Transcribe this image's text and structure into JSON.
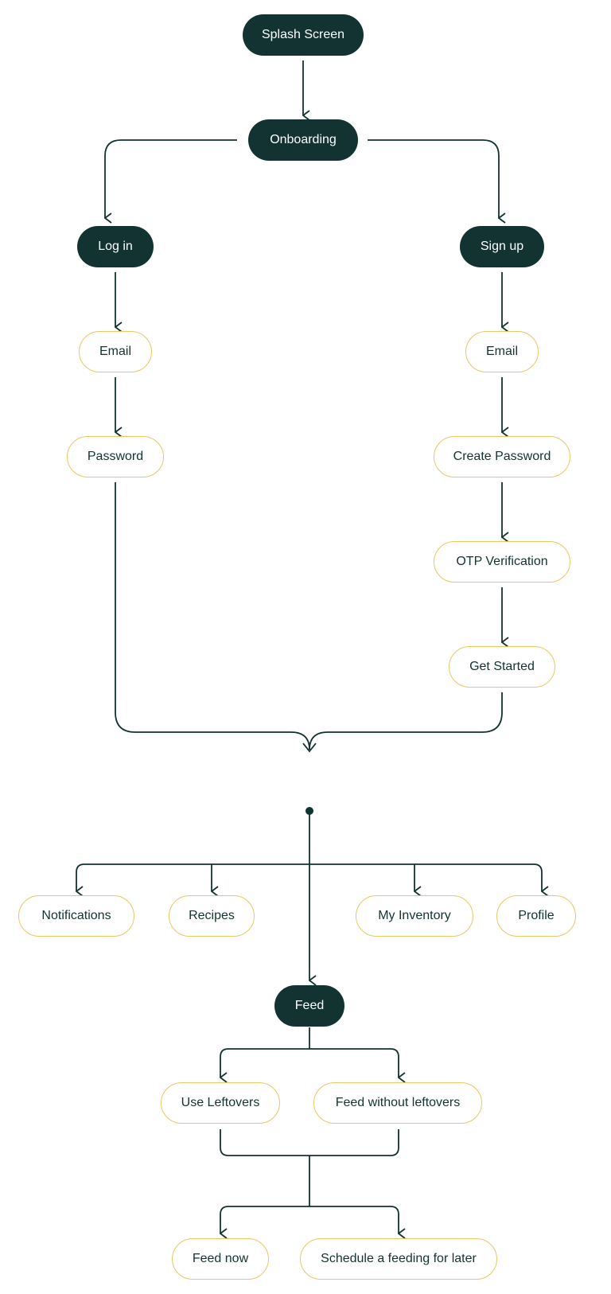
{
  "nodes": {
    "splash": "Splash Screen",
    "onboarding": "Onboarding",
    "login": "Log in",
    "signup": "Sign up",
    "login_email": "Email",
    "login_password": "Password",
    "signup_email": "Email",
    "create_password": "Create Password",
    "otp": "OTP Verification",
    "get_started": "Get Started",
    "notifications": "Notifications",
    "recipes": "Recipes",
    "inventory": "My Inventory",
    "profile": "Profile",
    "feed": "Feed",
    "use_leftovers": "Use Leftovers",
    "feed_without": "Feed without leftovers",
    "feed_now": "Feed now",
    "schedule": "Schedule a feeding for later"
  },
  "colors": {
    "dark_fill": "#123331",
    "light_border": "#eac764",
    "line": "#123331",
    "background": "#ffffff"
  }
}
